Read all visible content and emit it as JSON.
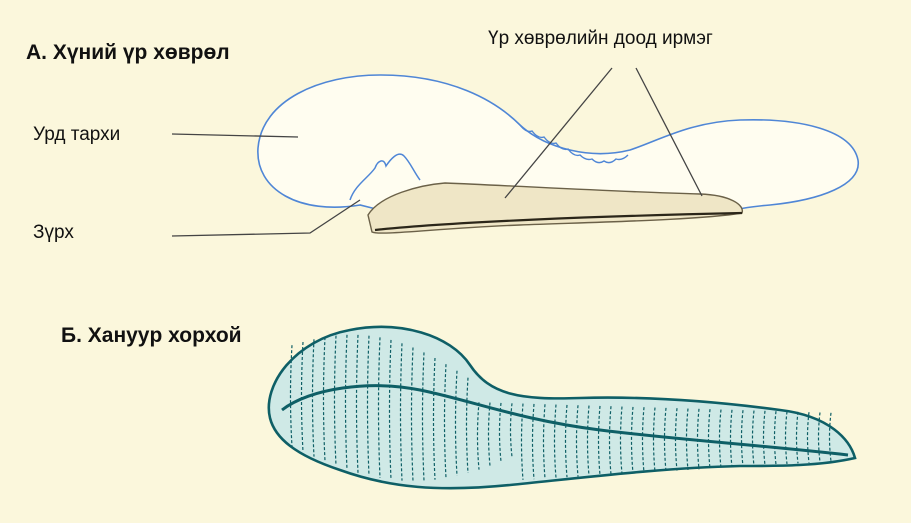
{
  "panels": [
    {
      "title": "А. Хүний үр хөврөл",
      "labels": {
        "forebrain": "Урд тархи",
        "heart": "Зүрх",
        "lower_edge": "Үр хөврөлийн доод ирмэг"
      }
    },
    {
      "title": "Б. Ханууp хорхой"
    }
  ],
  "colors": {
    "background": "#fbf7dc",
    "embryo_outline": "#4f86d6",
    "embryo_stipple": "#9a8f6e",
    "leech_outline": "#0e5f66",
    "leech_fill": "#cfe9e6",
    "leader_line": "#444444"
  }
}
